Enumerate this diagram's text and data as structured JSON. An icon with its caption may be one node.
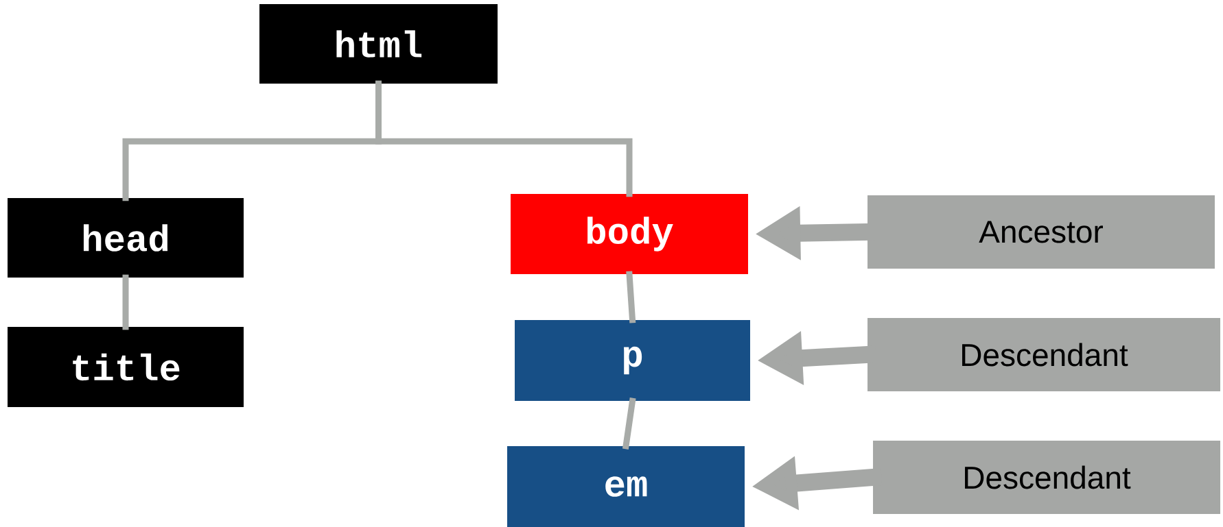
{
  "diagram": {
    "nodes": [
      {
        "text": [
          "html"
        ]
      },
      {
        "text": [
          "head"
        ]
      },
      {
        "text": [
          "title"
        ]
      },
      {
        "text": [
          "body"
        ]
      },
      {
        "text": [
          "p"
        ]
      },
      {
        "text": [
          "em"
        ]
      },
      {
        "text": [
          "Ancestor"
        ]
      },
      {
        "text": [
          "Descendant"
        ]
      },
      {
        "text": [
          "Descendant"
        ]
      }
    ],
    "edges": [
      {
        "from": 0,
        "to": 1,
        "arrow": "none"
      },
      {
        "from": 0,
        "to": 3,
        "arrow": "none"
      },
      {
        "from": 1,
        "to": 2,
        "arrow": "none"
      },
      {
        "from": 3,
        "to": 4,
        "arrow": "none"
      },
      {
        "from": 4,
        "to": 5,
        "arrow": "none"
      },
      {
        "from": 6,
        "to": 3,
        "arrow": "to",
        "style": "thick"
      },
      {
        "from": 7,
        "to": 4,
        "arrow": "to",
        "style": "thick"
      },
      {
        "from": 8,
        "to": 5,
        "arrow": "to",
        "style": "thick"
      }
    ]
  }
}
